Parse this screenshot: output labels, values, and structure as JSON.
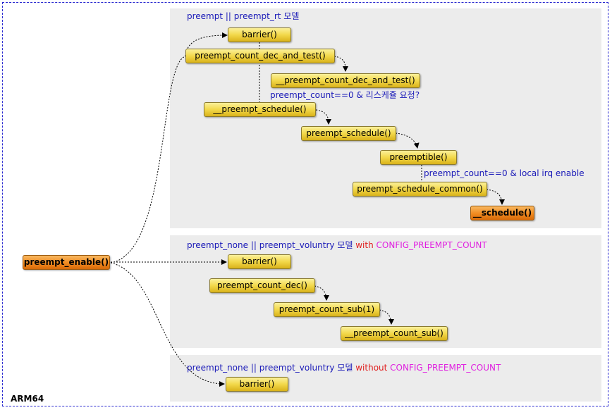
{
  "platform_label": "ARM64",
  "root_node": "preempt_enable()",
  "panel_top": {
    "title": {
      "a": "preempt || preempt_rt ",
      "b": "모델"
    },
    "nodes": {
      "barrier": "barrier()",
      "dec_and_test": "preempt_count_dec_and_test()",
      "__dec_and_test": "__preempt_count_dec_and_test()",
      "__preempt_schedule": "__preempt_schedule()",
      "preempt_schedule": "preempt_schedule()",
      "preemptible": "preemptible()",
      "schedule_common": "preempt_schedule_common()",
      "__schedule": "__schedule()"
    },
    "cond1": "preempt_count==0 & 리스케쥴 요청?",
    "cond2": "preempt_count==0 & local irq enable"
  },
  "panel_mid": {
    "title": {
      "a": "preempt_none || preempt_voluntry ",
      "b": "모델",
      "with": " with ",
      "config": "CONFIG_PREEMPT_COUNT"
    },
    "nodes": {
      "barrier": "barrier()",
      "count_dec": "preempt_count_dec()",
      "count_sub": "preempt_count_sub(1)",
      "__count_sub": "__preempt_count_sub()"
    }
  },
  "panel_bot": {
    "title": {
      "a": "preempt_none || preempt_voluntry ",
      "b": "모델",
      "without": " without ",
      "config": "CONFIG_PREEMPT_COUNT"
    },
    "nodes": {
      "barrier": "barrier()"
    }
  },
  "colors": {
    "node_yellow": "#f2d84a",
    "node_orange": "#f08a20",
    "title_blue": "#1a1ab8",
    "with_red": "#e02020",
    "config_magenta": "#e020e0",
    "frame_blue": "#2a2ad0"
  }
}
